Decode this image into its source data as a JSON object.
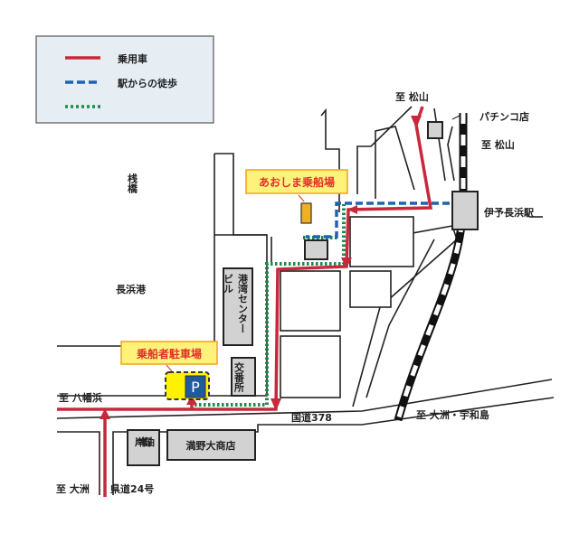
{
  "legend": {
    "items": [
      {
        "label": "乗用車",
        "color": "#c8283c",
        "style": "solid"
      },
      {
        "label": "駅からの徒歩",
        "color": "#1f63b0",
        "style": "dashed"
      },
      {
        "label": "",
        "color": "#1a8a4a",
        "style": "dotted"
      }
    ]
  },
  "labels": {
    "pier": "桟橋",
    "port": "長浜港",
    "to_matsuyama_road": "至 松山",
    "pachinko": "パチンコ店",
    "to_matsuyama_rail": "至 松山",
    "station": "伊予長浜駅",
    "to_ozu_uwajima": "至 大洲・宇和島",
    "ferry_terminal": "あおしま乗船場",
    "parking_label": "乗船者駐車場",
    "parking_sign": "P",
    "harbor_center_1": "ビル",
    "harbor_center_2": "港湾センター",
    "police_box": "交番所",
    "gas_station": "岸本石油",
    "store": "満野大商店",
    "to_yawatahama": "至 八幡浜",
    "route378": "国道378",
    "to_ozu": "至 大洲",
    "pref_road": "県道24号"
  },
  "colors": {
    "car": "#c8283c",
    "walk": "#1f63b0",
    "green": "#1a8a4a",
    "label_bg": "#fff27a",
    "label_border": "#f0a020",
    "label_text": "#e0302a"
  }
}
